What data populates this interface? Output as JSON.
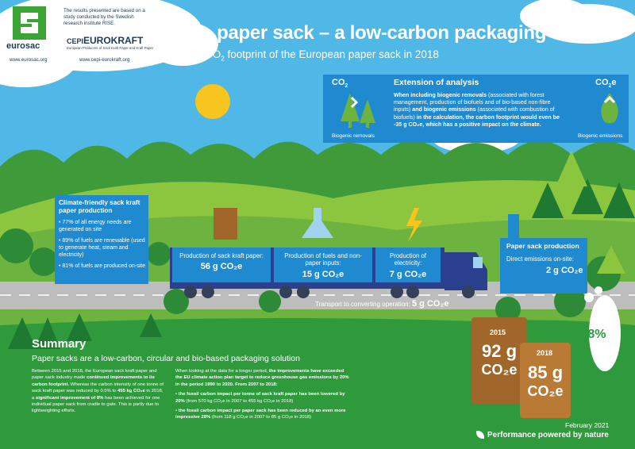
{
  "header": {
    "logo_name": "eurosac",
    "logo_url": "www.eurosac.org",
    "rise_note": "The results presented are based on a study conducted by the Swedish research institute RISE.",
    "cepi_prefix": "CEPI",
    "cepi_name": "EUROKRAFT",
    "cepi_tagline": "European Producers of Sack Kraft Paper and Kraft Paper",
    "cepi_url": "www.cepi-eurokraft.org",
    "title": "The paper sack – a low-carbon packaging",
    "subtitle_pre": "CO",
    "subtitle_sub": "2",
    "subtitle_post": " footprint of the European paper sack in 2018"
  },
  "extension": {
    "title": "Extension of analysis",
    "co2_label": "CO",
    "co2_sub": "2",
    "co2e_label": "CO",
    "co2e_sub": "2",
    "co2e_suffix": "e",
    "removals_label": "Biogenic removals",
    "emissions_label": "Biogenic emissions",
    "text_1": "When including biogenic removals",
    "text_2": " (associated with forest management, production of biofuels and of bio-based non-fibre inputs) ",
    "text_3": "and biogenic emissions",
    "text_4": " (associated with combustion of biofuels) ",
    "text_5": "in the calculation, the carbon footprint would even be -35 g CO₂e, which has a positive impact on the climate."
  },
  "climate_friendly": {
    "title": "Climate-friendly sack kraft paper production",
    "items": [
      "77% of all energy needs are generated on site",
      "89% of fuels are renewable (used to generate heat, steam and electricity)",
      "81% of fuels are produced on-site"
    ]
  },
  "production": [
    {
      "label": "Production of sack kraft paper:",
      "value": "56 g CO₂e"
    },
    {
      "label": "Production of fuels and non-paper inputs:",
      "value": "15 g CO₂e"
    },
    {
      "label": "Production of electricity:",
      "value": "7 g CO₂e"
    }
  ],
  "sack_production": {
    "title": "Paper sack production",
    "label": "Direct emissions on-site:",
    "value": "2 g CO₂e"
  },
  "transport": {
    "label": "Transport to converting operation: ",
    "value": "5 g CO₂e"
  },
  "summary": {
    "heading": "Summary",
    "subheading": "Paper sacks are a low-carbon, circular and bio-based packaging solution",
    "col1_a": "Between 2015 and 2018, the European sack kraft paper and paper sack industry made ",
    "col1_b": "continued improvements to its carbon footprint.",
    "col1_c": " Whereas the carbon intensity of one tonne of sack kraft paper was reduced by 0.5% to ",
    "col1_d": "455 kg CO₂e",
    "col1_e": " in 2018, a ",
    "col1_f": "significant improvement of 8%",
    "col1_g": " has been achieved for one individual paper sack from cradle to gate. This is partly due to lightweighting efforts.",
    "col2_a": "When looking at the data for a longer period, ",
    "col2_b": "the improvements have exceeded the EU climate action plan target to reduce greenhouse gas emissions by 20% in the period 1990 to 2020. From 2007 to 2018:",
    "bullets": [
      {
        "b": "the fossil carbon impact per tonne of sack kraft paper has been lowered by 20%",
        "t": " (from 570 kg CO₂e in 2007 to 455 kg CO₂e in 2018)"
      },
      {
        "b": "the fossil carbon impact per paper sack has been reduced by an even more impressive 28%",
        "t": " (from 118 g CO₂e in 2007 to 85 g CO₂e in 2018)"
      }
    ]
  },
  "comparison": {
    "year_2015": "2015",
    "value_2015": "92 g",
    "unit_2015": "CO₂e",
    "year_2018": "2018",
    "value_2018": "85 g",
    "unit_2018": "CO₂e",
    "change": "-8%"
  },
  "footer": {
    "date": "February 2021",
    "slogan": "Performance powered by nature"
  },
  "colors": {
    "sky": "#4fb8e6",
    "box_blue": "#1f8ad0",
    "grass_light": "#8cc63f",
    "grass_dark": "#3aa535",
    "summary_green": "#2e9a3c",
    "sack_brown": "#a0662a",
    "road_grey": "#bdbdbd"
  }
}
